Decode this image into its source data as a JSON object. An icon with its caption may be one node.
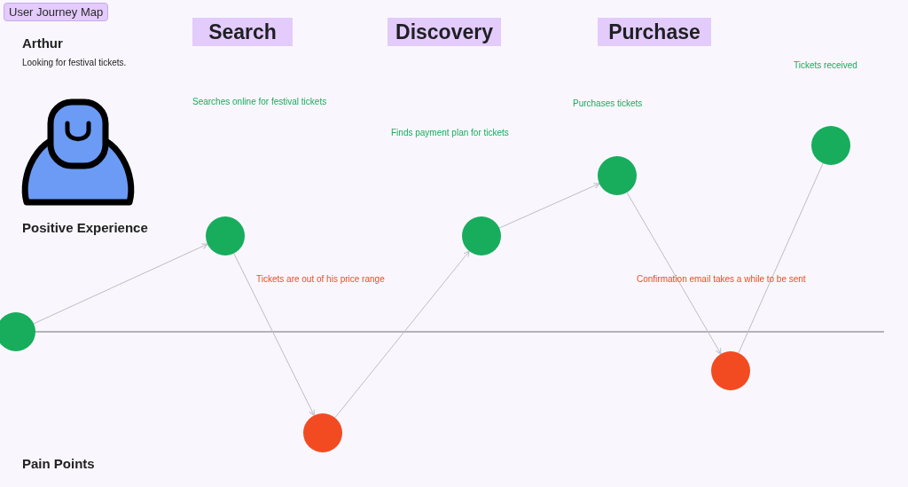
{
  "diagram": {
    "title": "User Journey Map",
    "nodes": [
      {
        "text": [
          "Search"
        ]
      },
      {
        "text": [
          "Discovery"
        ]
      },
      {
        "text": [
          "Purchase"
        ]
      },
      {
        "text": [],
        "shape": "circle"
      },
      {
        "text": [],
        "shape": "circle"
      },
      {
        "text": [],
        "shape": "circle"
      },
      {
        "text": [],
        "shape": "circle"
      },
      {
        "text": [],
        "shape": "circle"
      },
      {
        "text": [],
        "shape": "circle"
      },
      {
        "text": [],
        "shape": "circle"
      }
    ],
    "edges": [
      {
        "from": 3,
        "to": 4,
        "arrow": "to"
      },
      {
        "from": 4,
        "to": 5,
        "arrow": "to"
      },
      {
        "from": 5,
        "to": 6,
        "arrow": "to"
      },
      {
        "from": 6,
        "to": 7,
        "arrow": "to"
      },
      {
        "from": 7,
        "to": 8,
        "arrow": "to"
      },
      {
        "from": 8,
        "to": 9,
        "arrow": "none"
      }
    ],
    "labels": [
      "Arthur",
      "Looking for festival tickets.",
      "Tickets received",
      "Searches online for festival tickets",
      "Purchases tickets",
      "Finds payment plan for tickets",
      "Positive Experience",
      "Tickets are out of his price range",
      "Confirmation email takes a while to be sent",
      "Pain Points"
    ]
  }
}
